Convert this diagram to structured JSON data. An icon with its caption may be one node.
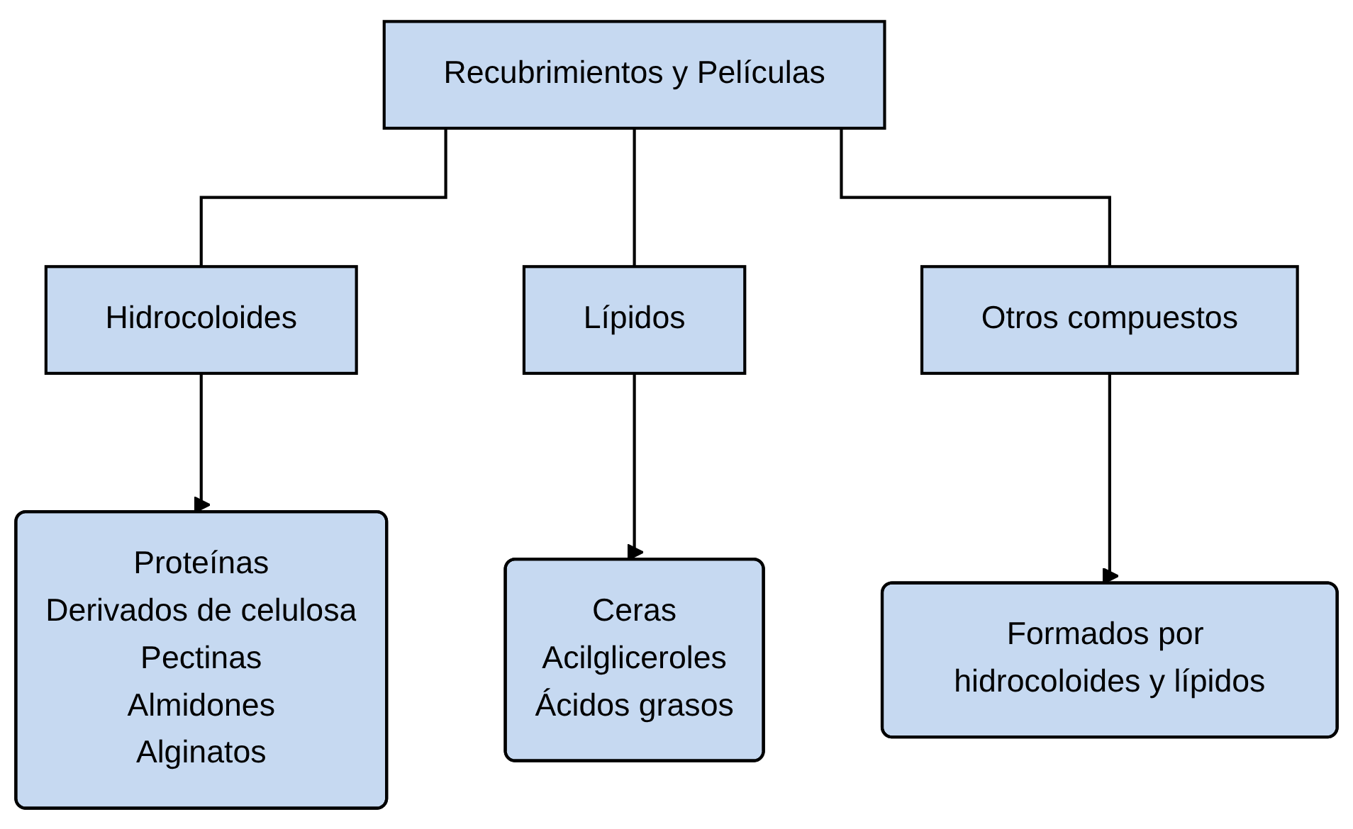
{
  "diagram": {
    "nodes": [
      {
        "text": [
          "Recubrimientos y Películas"
        ]
      },
      {
        "text": [
          "Hidrocoloides"
        ]
      },
      {
        "text": [
          "Lípidos"
        ]
      },
      {
        "text": [
          "Otros compuestos"
        ]
      },
      {
        "text": [
          "Proteínas",
          "Derivados de celulosa",
          "Pectinas",
          "Almidones",
          "Alginatos"
        ]
      },
      {
        "text": [
          "Ceras",
          "Acilgliceroles",
          "Ácidos grasos"
        ]
      },
      {
        "text": [
          "Formados por hidrocoloides y lípidos"
        ]
      }
    ],
    "edges": [
      {
        "from": 0,
        "to": 1,
        "arrow": "none"
      },
      {
        "from": 0,
        "to": 2,
        "arrow": "none"
      },
      {
        "from": 0,
        "to": 3,
        "arrow": "none"
      },
      {
        "from": 1,
        "to": 4,
        "arrow": "to"
      },
      {
        "from": 2,
        "to": 5,
        "arrow": "to"
      },
      {
        "from": 3,
        "to": 6,
        "arrow": "to"
      }
    ]
  }
}
